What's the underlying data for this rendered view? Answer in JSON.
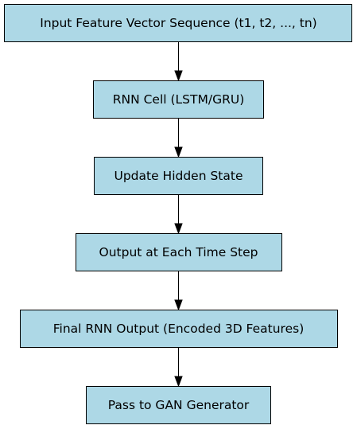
{
  "colors": {
    "node_fill": "#add8e6",
    "stroke": "#000000"
  },
  "nodes": [
    {
      "id": "input",
      "label": "Input Feature Vector Sequence (t1, t2, ..., tn)"
    },
    {
      "id": "rnn-cell",
      "label": "RNN Cell (LSTM/GRU)"
    },
    {
      "id": "update-hidden",
      "label": "Update Hidden State"
    },
    {
      "id": "output-step",
      "label": "Output at Each Time Step"
    },
    {
      "id": "final-output",
      "label": "Final RNN Output (Encoded 3D Features)"
    },
    {
      "id": "pass-gan",
      "label": "Pass to GAN Generator"
    }
  ],
  "edges": [
    {
      "from": "input",
      "to": "rnn-cell"
    },
    {
      "from": "rnn-cell",
      "to": "update-hidden"
    },
    {
      "from": "update-hidden",
      "to": "output-step"
    },
    {
      "from": "output-step",
      "to": "final-output"
    },
    {
      "from": "final-output",
      "to": "pass-gan"
    }
  ]
}
